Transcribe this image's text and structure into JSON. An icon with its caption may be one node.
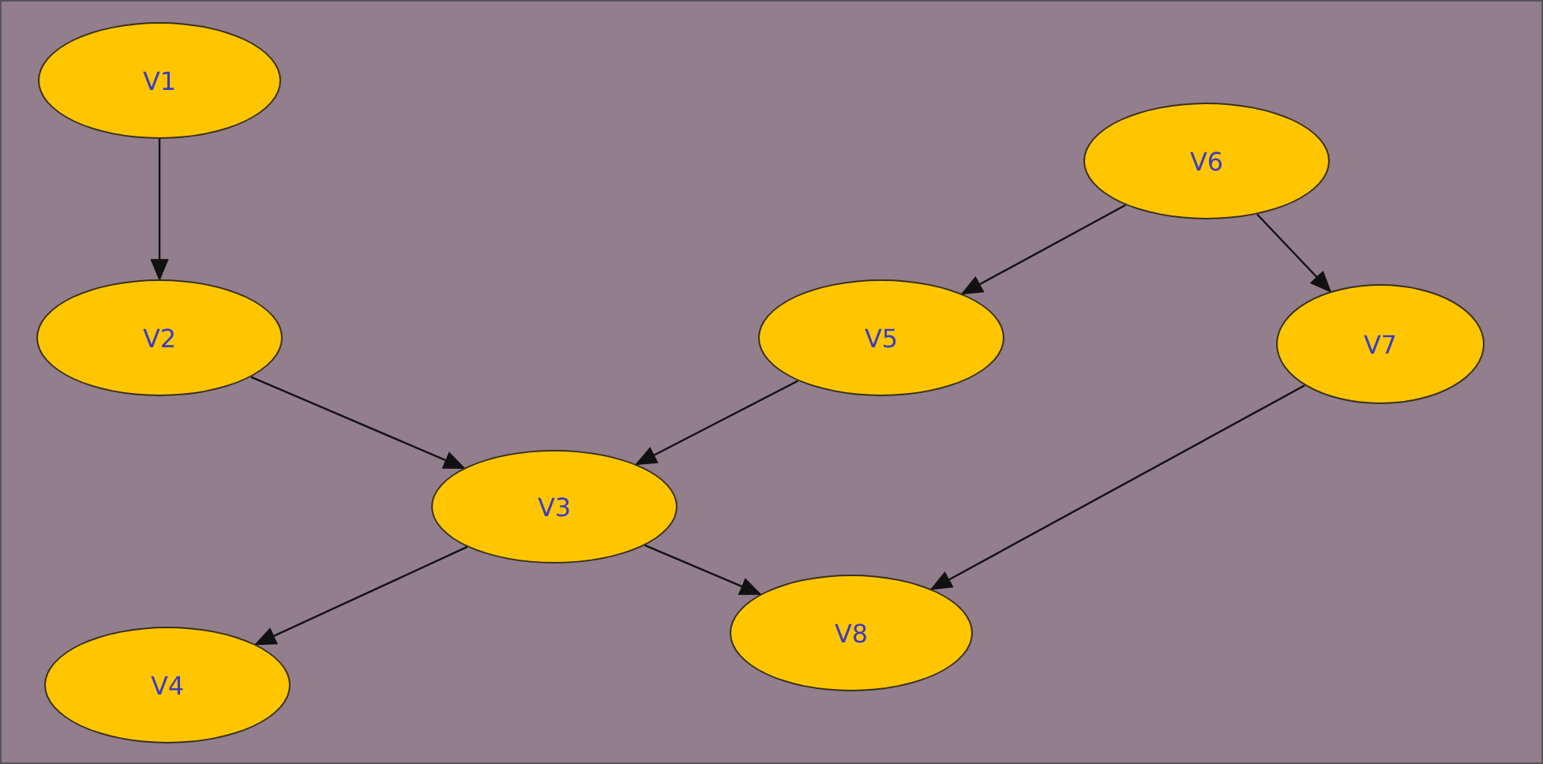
{
  "diagram": {
    "nodes": [
      {
        "text": [
          "V1"
        ]
      },
      {
        "text": [
          "V2"
        ]
      },
      {
        "text": [
          "V3"
        ]
      },
      {
        "text": [
          "V4"
        ]
      },
      {
        "text": [
          "V5"
        ]
      },
      {
        "text": [
          "V6"
        ]
      },
      {
        "text": [
          "V7"
        ]
      },
      {
        "text": [
          "V8"
        ]
      }
    ],
    "edges": [
      {
        "from": 0,
        "to": 1,
        "arrow": "to"
      },
      {
        "from": 1,
        "to": 2,
        "arrow": "to"
      },
      {
        "from": 4,
        "to": 2,
        "arrow": "to"
      },
      {
        "from": 5,
        "to": 4,
        "arrow": "to"
      },
      {
        "from": 5,
        "to": 6,
        "arrow": "to"
      },
      {
        "from": 6,
        "to": 7,
        "arrow": "to"
      },
      {
        "from": 2,
        "to": 7,
        "arrow": "to"
      },
      {
        "from": 2,
        "to": 3,
        "arrow": "to"
      }
    ]
  }
}
